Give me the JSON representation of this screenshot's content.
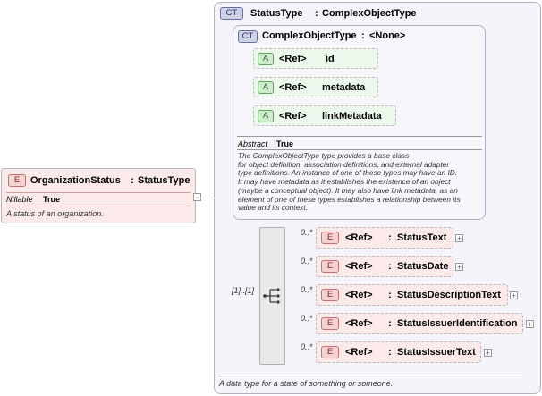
{
  "root_element": {
    "badge": "E",
    "name": "OrganizationStatus",
    "type": "StatusType",
    "separator": ":",
    "nillable_label": "Nillable",
    "nillable_value": "True",
    "doc": "A status of an organization.",
    "collapse": "−"
  },
  "status_type": {
    "badge": "CT",
    "title": "StatusType",
    "separator": ":",
    "base": "ComplexObjectType",
    "doc": "A data type for a state of something or someone."
  },
  "complex_object_type": {
    "badge": "CT",
    "title": "ComplexObjectType",
    "separator": ":",
    "base": "<None>",
    "abstract_label": "Abstract",
    "abstract_value": "True",
    "doc_lines": [
      "The ComplexObjectType type provides a base class",
      "for object definition, association definitions, and external adapter",
      "type definitions. An instance of one of these types may have an ID.",
      "It may have metadata as it establishes the existence of an object",
      "(maybe a conceptual object). It may also have link metadata, as an",
      "element of one of these types establishes a relationship between its",
      "value and its context."
    ],
    "attributes": [
      {
        "badge": "A",
        "ref": "<Ref>",
        "name": "id"
      },
      {
        "badge": "A",
        "ref": "<Ref>",
        "name": "metadata"
      },
      {
        "badge": "A",
        "ref": "<Ref>",
        "name": "linkMetadata"
      }
    ]
  },
  "sequence": {
    "occurrence": "[1]..[1]",
    "elements": [
      {
        "badge": "E",
        "occ": "0..*",
        "ref": "<Ref>",
        "name": "StatusText",
        "plus": "+"
      },
      {
        "badge": "E",
        "occ": "0..*",
        "ref": "<Ref>",
        "name": "StatusDate",
        "plus": "+"
      },
      {
        "badge": "E",
        "occ": "0..*",
        "ref": "<Ref>",
        "name": "StatusDescriptionText",
        "plus": "+"
      },
      {
        "badge": "E",
        "occ": "0..*",
        "ref": "<Ref>",
        "name": "StatusIssuerIdentification",
        "plus": "+"
      },
      {
        "badge": "E",
        "occ": "0..*",
        "ref": "<Ref>",
        "name": "StatusIssuerText",
        "plus": "+"
      }
    ]
  }
}
